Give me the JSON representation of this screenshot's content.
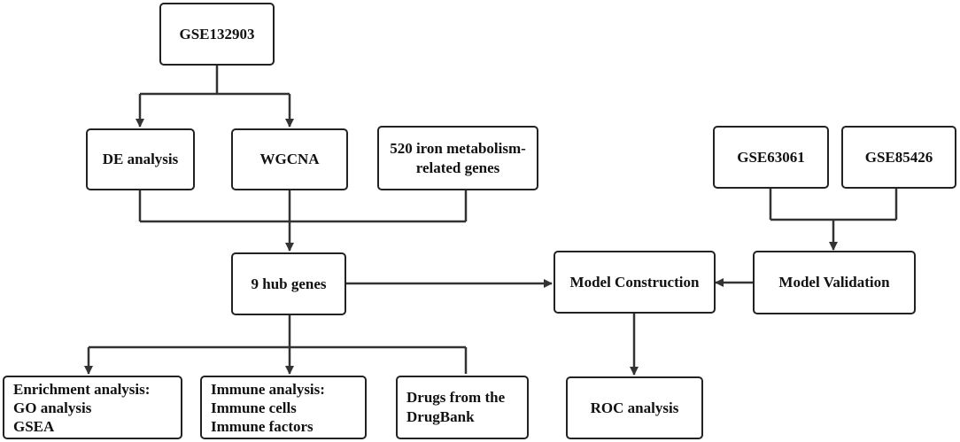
{
  "nodes": {
    "gse132903": {
      "lines": [
        "GSE132903"
      ]
    },
    "de_analysis": {
      "lines": [
        "DE analysis"
      ]
    },
    "wgcna": {
      "lines": [
        "WGCNA"
      ]
    },
    "iron_genes": {
      "lines": [
        "520 iron metabolism-",
        "related genes"
      ]
    },
    "gse63061": {
      "lines": [
        "GSE63061"
      ]
    },
    "gse85426": {
      "lines": [
        "GSE85426"
      ]
    },
    "hub_genes": {
      "lines": [
        "9 hub genes"
      ]
    },
    "model_construction": {
      "lines": [
        "Model Construction"
      ]
    },
    "model_validation": {
      "lines": [
        "Model Validation"
      ]
    },
    "enrichment": {
      "lines": [
        "Enrichment analysis:",
        "GO analysis",
        "GSEA"
      ]
    },
    "immune": {
      "lines": [
        "Immune analysis:",
        "Immune cells",
        "Immune factors"
      ]
    },
    "drugs": {
      "lines": [
        "Drugs from the",
        "DrugBank"
      ]
    },
    "roc": {
      "lines": [
        "ROC analysis"
      ]
    }
  }
}
